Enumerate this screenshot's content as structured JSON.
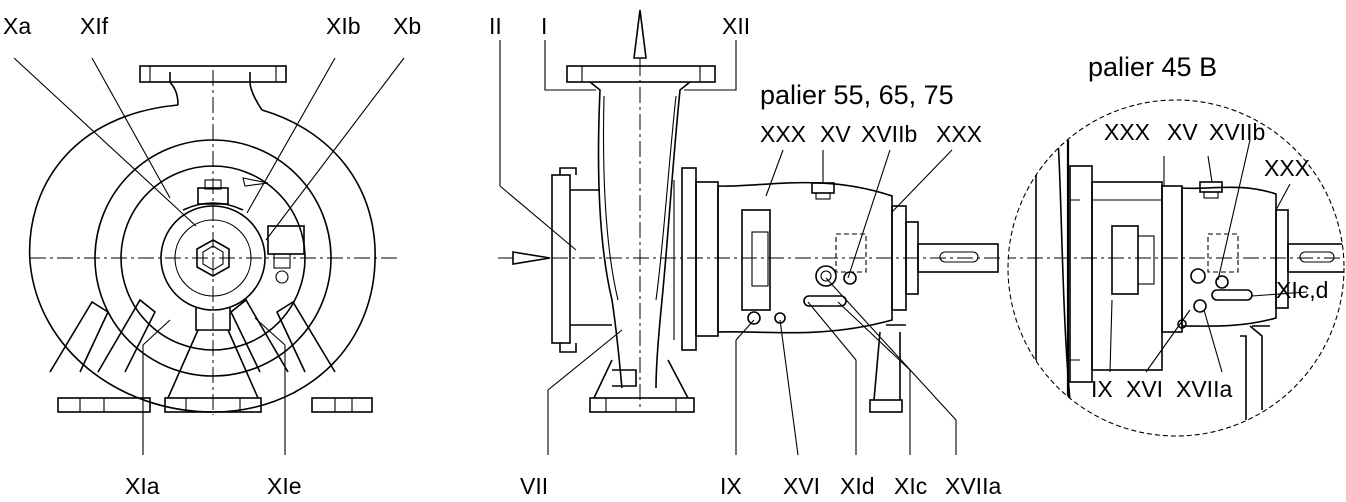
{
  "labels": {
    "front_top": [
      "Xa",
      "XIf",
      "XIb",
      "Xb"
    ],
    "front_bottom": [
      "XIa",
      "XIe"
    ],
    "side_top": [
      "II",
      "I",
      "XII"
    ],
    "side_header": "palier 55, 65, 75",
    "side_mid": [
      "XXX",
      "XV",
      "XVIIb",
      "XXX"
    ],
    "side_bottom": [
      "VII",
      "IX",
      "XVI",
      "XId",
      "XIc",
      "XVIIa"
    ],
    "detail_header": "palier 45 B",
    "detail_top": [
      "XXX",
      "XV",
      "XVIIb"
    ],
    "detail_right": [
      "XXX",
      "XIc,d"
    ],
    "detail_bottom": [
      "IX",
      "XVI",
      "XVIIa"
    ]
  }
}
